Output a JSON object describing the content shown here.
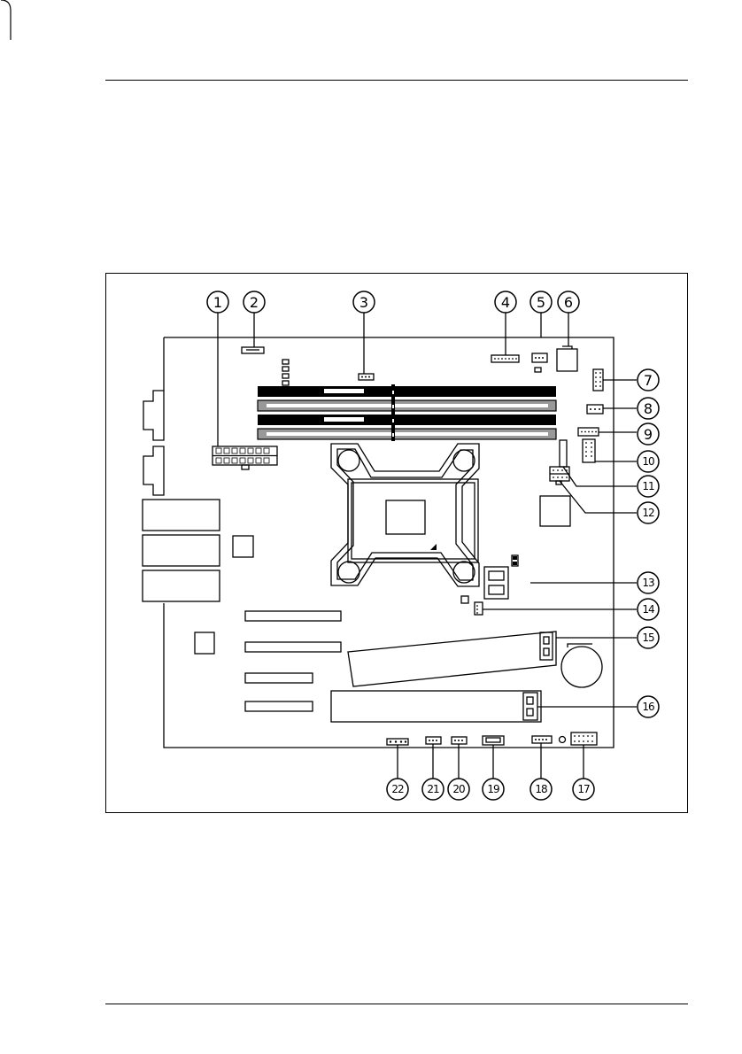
{
  "figure": {
    "callouts": [
      "1",
      "2",
      "3",
      "4",
      "5",
      "6",
      "7",
      "8",
      "9",
      "10",
      "11",
      "12",
      "13",
      "14",
      "15",
      "16",
      "17",
      "18",
      "19",
      "20",
      "21",
      "22"
    ]
  }
}
